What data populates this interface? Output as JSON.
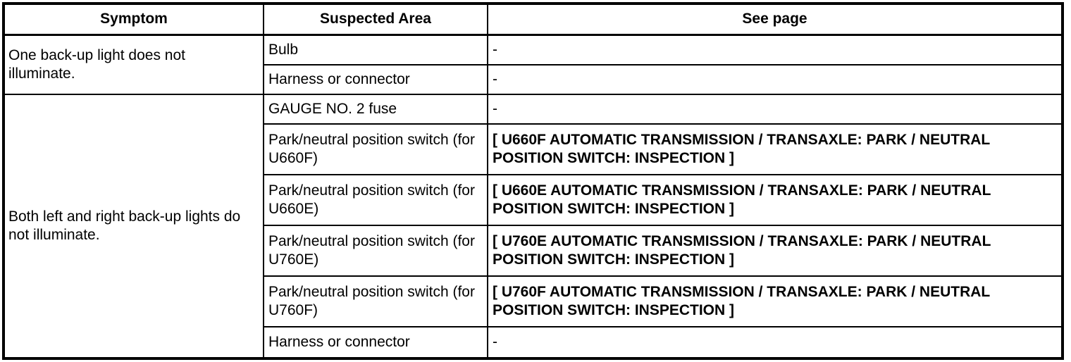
{
  "table": {
    "headers": [
      "Symptom",
      "Suspected Area",
      "See page"
    ],
    "groups": [
      {
        "symptom": "One back-up light does not illuminate.",
        "rows": [
          {
            "area": "Bulb",
            "page": "-"
          },
          {
            "area": "Harness or connector",
            "page": "-"
          }
        ]
      },
      {
        "symptom": "Both left and right back-up lights do not illuminate.",
        "rows": [
          {
            "area": "GAUGE NO. 2 fuse",
            "page": "-"
          },
          {
            "area": "Park/neutral position switch (for U660F)",
            "page": "[ U660F AUTOMATIC TRANSMISSION / TRANSAXLE: PARK / NEUTRAL POSITION SWITCH: INSPECTION ]"
          },
          {
            "area": "Park/neutral position switch (for U660E)",
            "page": "[ U660E AUTOMATIC TRANSMISSION / TRANSAXLE: PARK / NEUTRAL POSITION SWITCH: INSPECTION ]"
          },
          {
            "area": "Park/neutral position switch (for U760E)",
            "page": "[ U760E AUTOMATIC TRANSMISSION / TRANSAXLE: PARK / NEUTRAL POSITION SWITCH: INSPECTION ]"
          },
          {
            "area": "Park/neutral position switch (for U760F)",
            "page": "[ U760F AUTOMATIC TRANSMISSION / TRANSAXLE: PARK / NEUTRAL POSITION SWITCH: INSPECTION ]"
          },
          {
            "area": "Harness or connector",
            "page": "-"
          }
        ]
      }
    ],
    "colors": {
      "border": "#000000",
      "text": "#000000",
      "background": "#ffffff"
    }
  }
}
